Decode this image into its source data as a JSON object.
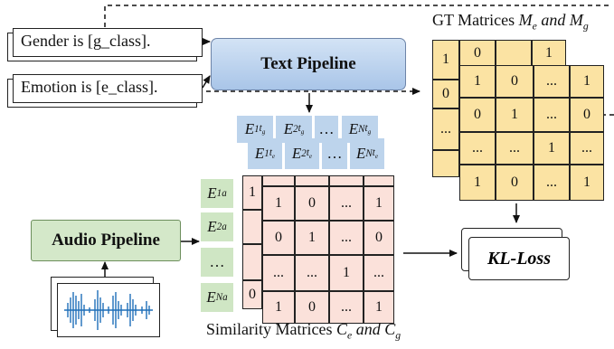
{
  "prompts": {
    "gender": "Gender is [g_class].",
    "emotion": "Emotion is [e_class]."
  },
  "text_pipeline": "Text Pipeline",
  "audio_pipeline": "Audio Pipeline",
  "kl_loss": "KL-Loss",
  "gt_caption": "GT Matrices",
  "gt_caption_math": "M_e and M_g",
  "sim_caption": "Similarity Matrices",
  "sim_caption_math": "C_e and C_g",
  "text_embeddings": {
    "gender_row": [
      "E_1^{t_g}",
      "E_2^{t_g}",
      "…",
      "E_N^{t_g}"
    ],
    "emotion_row": [
      "E_1^{t_e}",
      "E_2^{t_e}",
      "…",
      "E_N^{t_e}"
    ]
  },
  "audio_embeddings": [
    "E_1^a",
    "E_2^a",
    "…",
    "E_N^a"
  ],
  "gt_matrix_front": [
    [
      "1",
      "0",
      "...",
      "1"
    ],
    [
      "0",
      "1",
      "...",
      "0"
    ],
    [
      "...",
      "...",
      "1",
      "..."
    ],
    [
      "1",
      "0",
      "...",
      "1"
    ]
  ],
  "gt_matrix_back_visible": [
    "1",
    "0",
    "1",
    "0",
    "..."
  ],
  "sim_matrix_front": [
    [
      "1",
      "0",
      "...",
      "1"
    ],
    [
      "0",
      "1",
      "...",
      "0"
    ],
    [
      "...",
      "...",
      "1",
      "..."
    ],
    [
      "1",
      "0",
      "...",
      "1"
    ]
  ],
  "sim_matrix_back_visible": [
    "1",
    "0"
  ],
  "colors": {
    "text_pipeline": "#a9c5e8",
    "audio_pipeline": "#d4e8c9",
    "text_embedding": "#bdd4ec",
    "audio_embedding": "#cfe6c4",
    "gt_matrix": "#fbe3a3",
    "sim_matrix": "#fbe1da"
  }
}
